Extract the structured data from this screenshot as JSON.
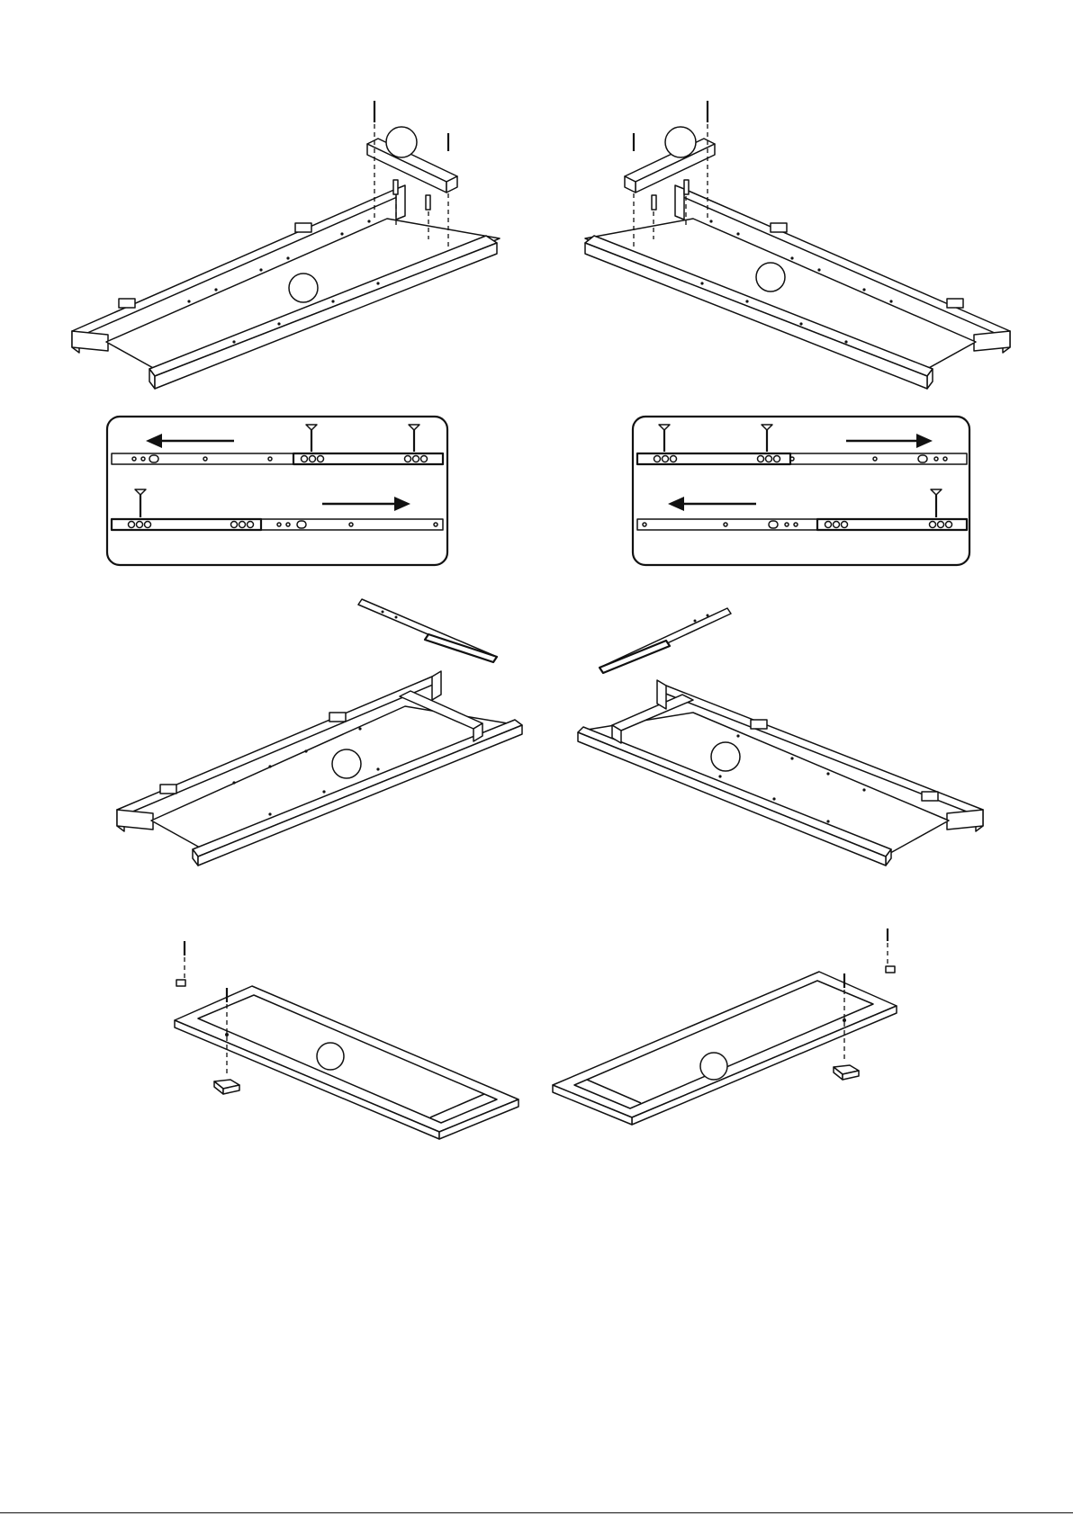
{
  "figure": {
    "type": "assembly-instruction-diagram",
    "steps": [
      {
        "name": "attach-crossbar-left",
        "callouts": [
          "",
          ""
        ]
      },
      {
        "name": "attach-crossbar-right",
        "callouts": [
          "",
          ""
        ]
      },
      {
        "name": "drawer-slide-detail-left",
        "arrows": [
          "left",
          "right"
        ]
      },
      {
        "name": "drawer-slide-detail-right",
        "arrows": [
          "right",
          "left"
        ]
      },
      {
        "name": "attach-slide-left",
        "callouts": [
          ""
        ]
      },
      {
        "name": "attach-slide-right",
        "callouts": [
          ""
        ]
      },
      {
        "name": "attach-glide-left",
        "callouts": [
          ""
        ]
      },
      {
        "name": "attach-glide-right",
        "callouts": [
          ""
        ]
      }
    ],
    "colors": {
      "line": "#111111",
      "background": "#ffffff"
    }
  }
}
